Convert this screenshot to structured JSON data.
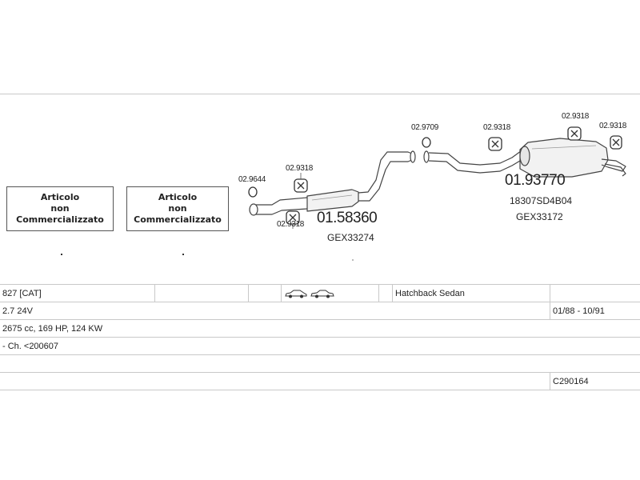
{
  "not_available_boxes": [
    {
      "line1": "Articolo",
      "line2": "non",
      "line3": "Commercializzato"
    },
    {
      "line1": "Articolo",
      "line2": "non",
      "line3": "Commercializzato"
    }
  ],
  "parts": {
    "clamp_left_top": "02.9644",
    "bracket_front_upper": "02.9318",
    "bracket_front_lower": "02.9318",
    "middle_pipe_code": "01.58360",
    "middle_pipe_oe": "GEX33274",
    "ring_middle": "02.9709",
    "bracket_rear_a": "02.9318",
    "bracket_rear_b": "02.9318",
    "bracket_rear_c": "02.9318",
    "rear_box_code": "01.93770",
    "rear_box_oe1": "18307SD4B04",
    "rear_box_oe2": "GEX33172"
  },
  "specs": {
    "row1": {
      "model": "827  [CAT]",
      "body": "Hatchback Sedan"
    },
    "row2": {
      "engine": "2.7 24V",
      "years": "01/88 - 10/91"
    },
    "row3": {
      "details": "2675 cc, 169 HP, 124 KW"
    },
    "row4": {
      "chassis": "- Ch. <200607"
    },
    "row6": {
      "code": "C290164"
    }
  }
}
